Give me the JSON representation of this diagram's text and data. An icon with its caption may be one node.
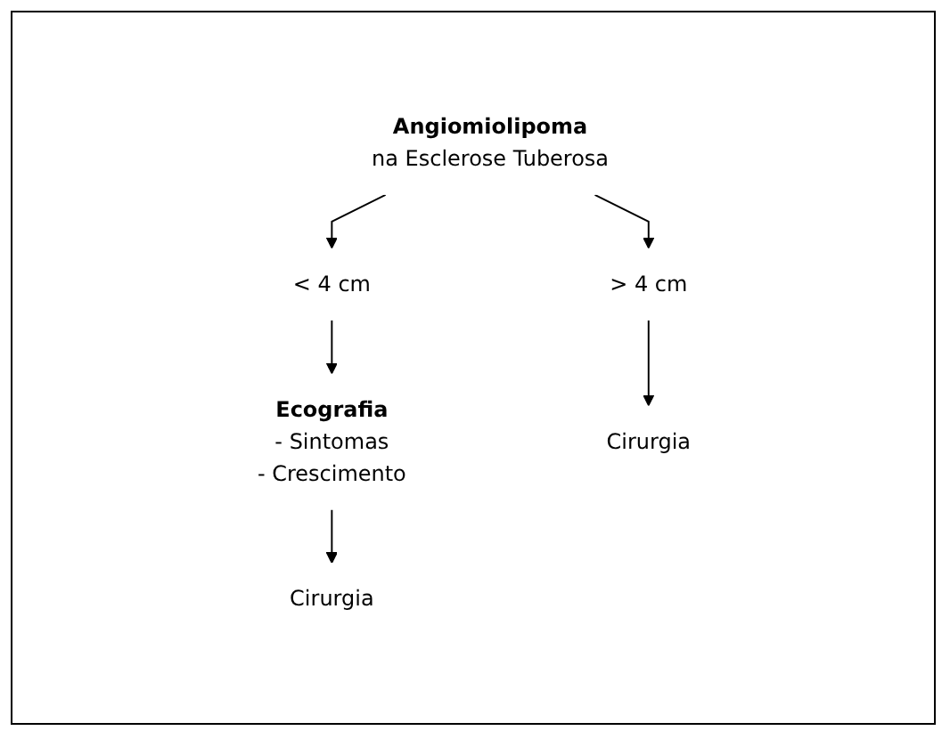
{
  "diagram": {
    "nodes": [
      {
        "text": [
          "Angiomiolipoma",
          "na Esclerose Tuberosa"
        ]
      },
      {
        "text": [
          "< 4 cm"
        ]
      },
      {
        "text": [
          "> 4 cm"
        ]
      },
      {
        "text": [
          "Ecografia",
          "- Sintomas",
          "- Crescimento"
        ]
      },
      {
        "text": [
          "Cirurgia"
        ]
      },
      {
        "text": [
          "Cirurgia"
        ]
      }
    ],
    "edges": [
      {
        "from": 0,
        "to": 1,
        "arrow": "to"
      },
      {
        "from": 0,
        "to": 2,
        "arrow": "to"
      },
      {
        "from": 1,
        "to": 3,
        "arrow": "to"
      },
      {
        "from": 3,
        "to": 4,
        "arrow": "to"
      },
      {
        "from": 2,
        "to": 5,
        "arrow": "to"
      }
    ]
  }
}
